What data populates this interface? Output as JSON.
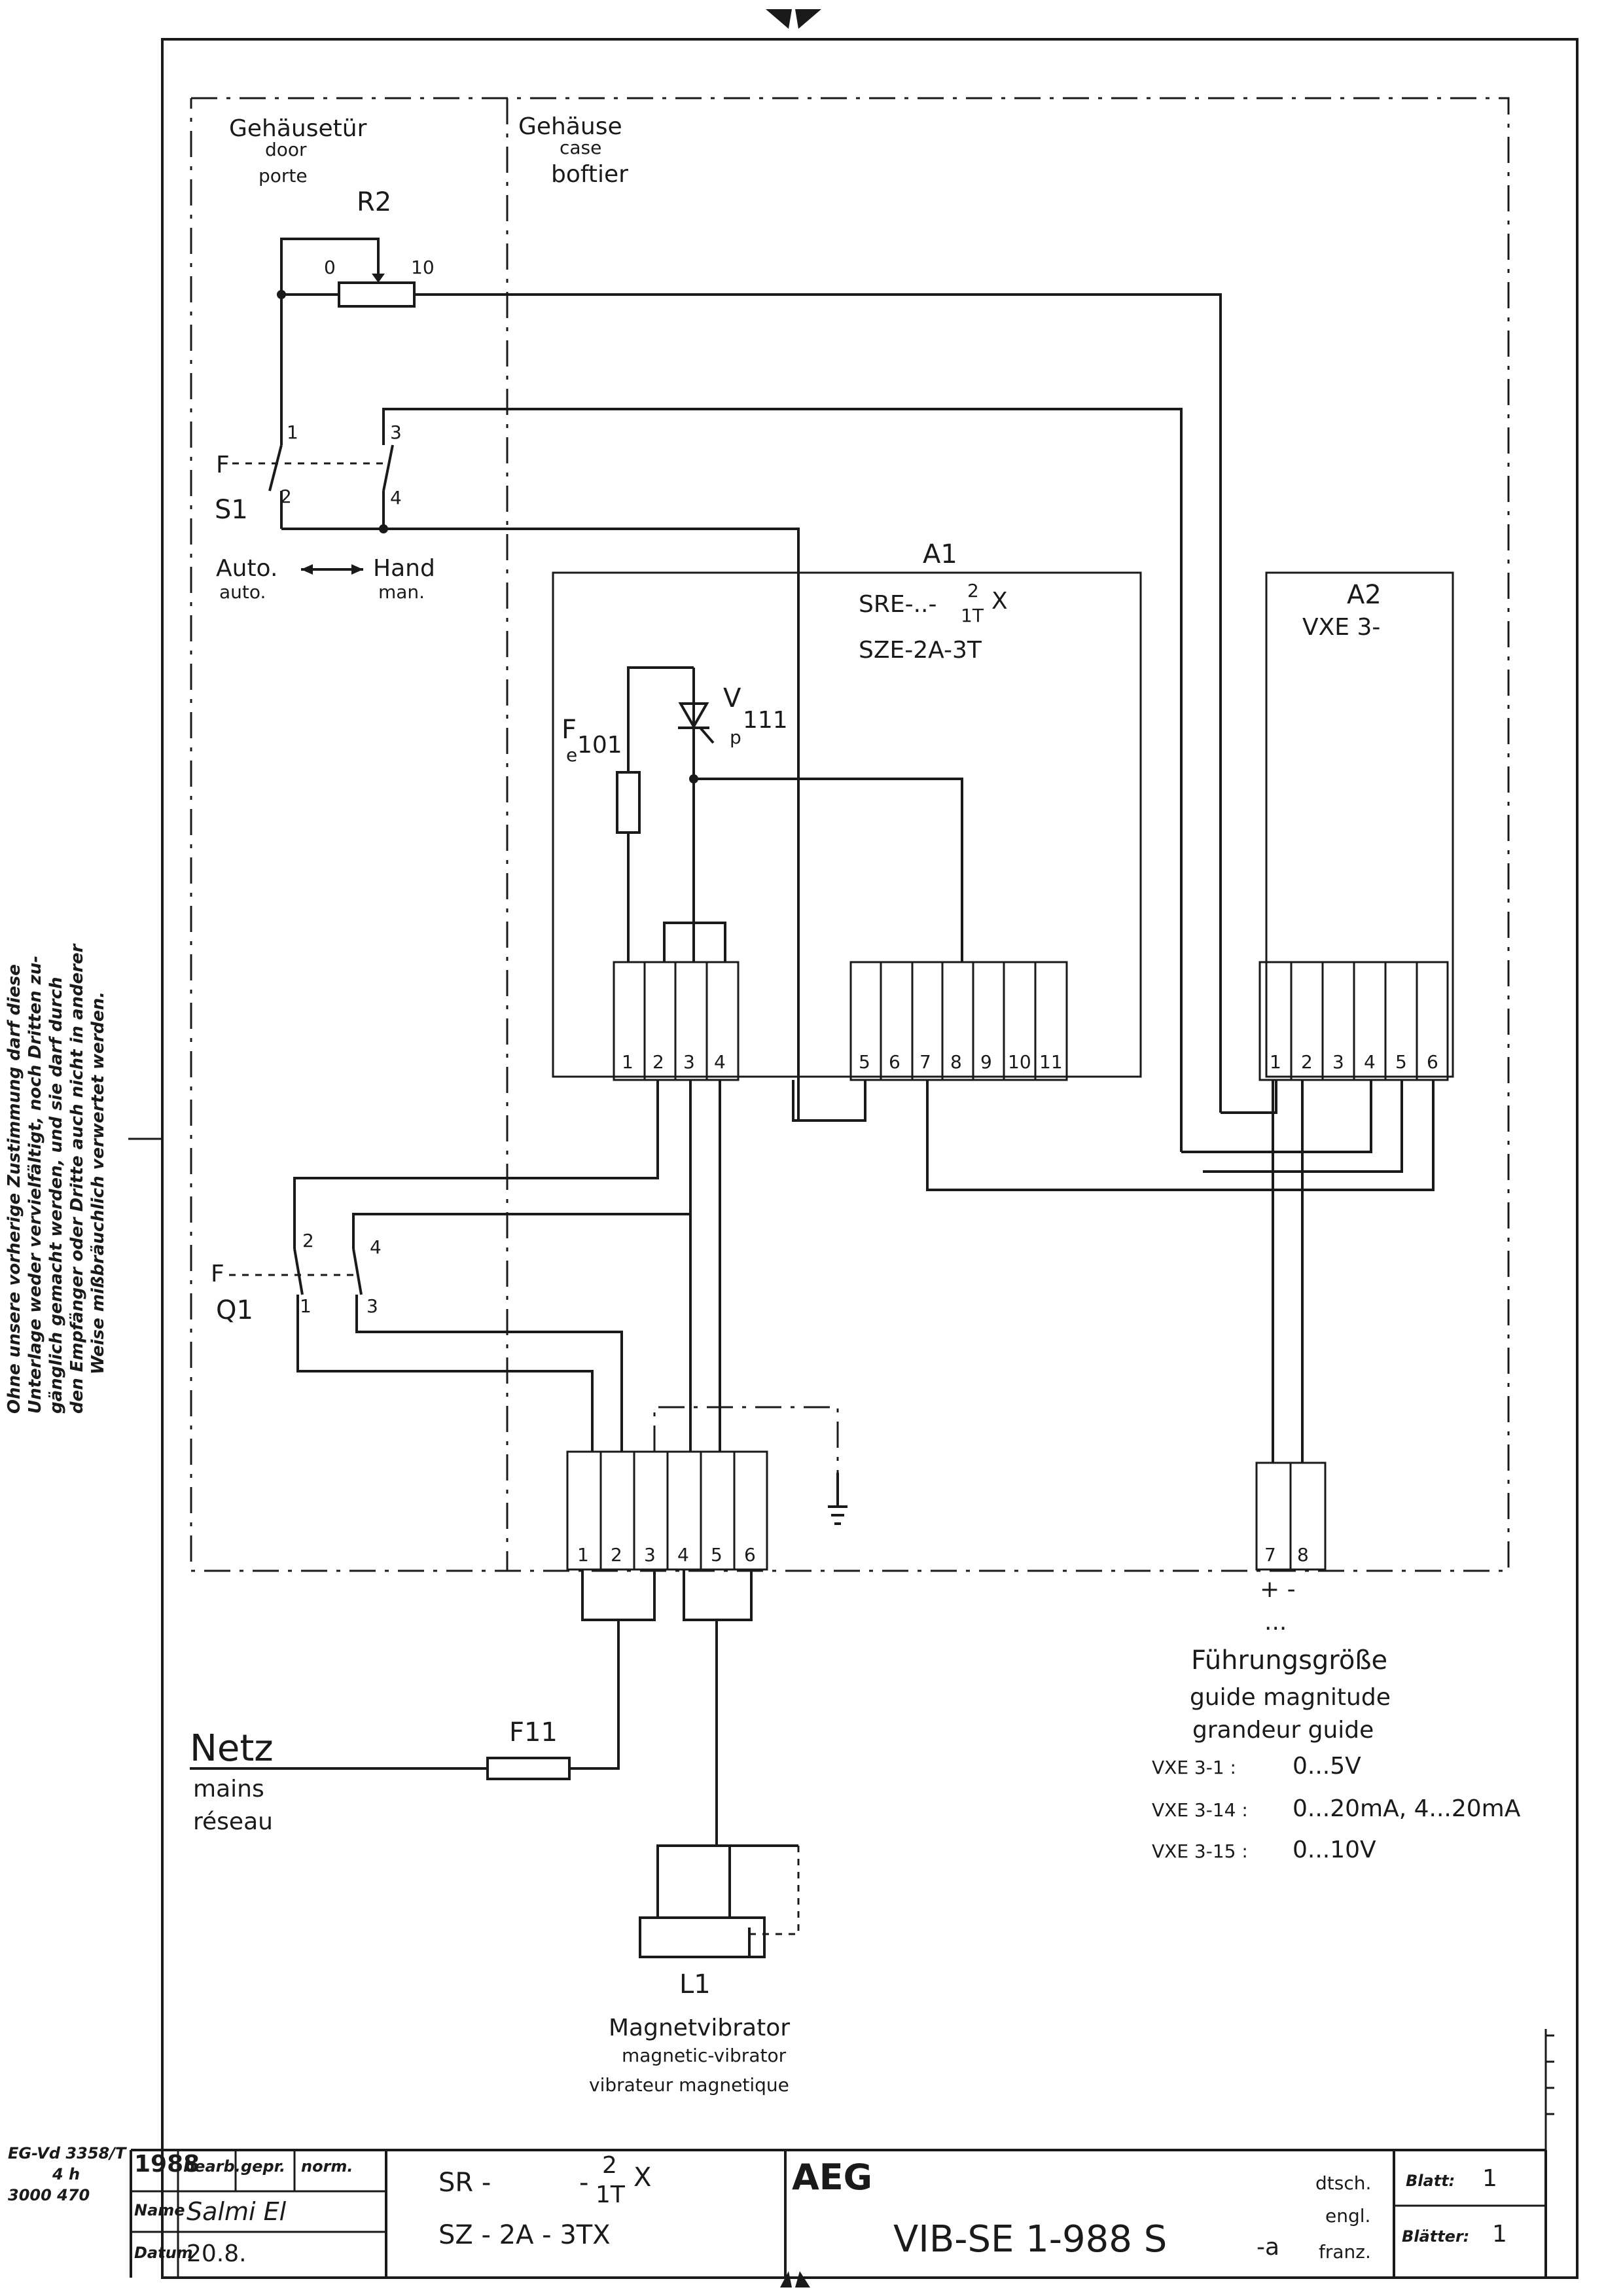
{
  "areas": {
    "door": {
      "de": "Gehäusetür",
      "en": "door",
      "fr": "porte"
    },
    "housing": {
      "de": "Gehäuse",
      "en": "case",
      "fr": "boftier"
    }
  },
  "r2": {
    "name": "R2",
    "min": "0",
    "max": "10"
  },
  "s1": {
    "name": "S1",
    "actuator": "F",
    "pins": [
      "1",
      "2",
      "3",
      "4"
    ],
    "mode_auto": "Auto.",
    "mode_auto_fr": "auto.",
    "mode_hand": "Hand",
    "mode_hand_fr": "man."
  },
  "a1": {
    "name": "A1",
    "type1_left": "SRE-..-",
    "type1_sup": "2",
    "type1_sub": "1T",
    "type1_right": "X",
    "type2": "SZE-2A-3T",
    "fuse": {
      "main": "F",
      "sub": "e",
      "num": "101"
    },
    "thyristor": {
      "main": "V",
      "sub": "p",
      "num": "111"
    },
    "terminals_left": [
      "1",
      "2",
      "3",
      "4"
    ],
    "terminals_right": [
      "5",
      "6",
      "7",
      "8",
      "9",
      "10",
      "11"
    ]
  },
  "a2": {
    "name": "A2",
    "type": "VXE 3-",
    "terminals": [
      "1",
      "2",
      "3",
      "4",
      "5",
      "6"
    ]
  },
  "q1": {
    "name": "Q1",
    "actuator": "F",
    "pins": [
      "1",
      "2",
      "3",
      "4"
    ]
  },
  "x_main": {
    "terminals": [
      "1",
      "2",
      "3",
      "4",
      "5",
      "6"
    ]
  },
  "x_ref": {
    "terminals": [
      "7",
      "8"
    ],
    "polarity": "+  -",
    "dots": "..."
  },
  "reference": {
    "de": "Führungsgröße",
    "en": "guide magnitude",
    "fr": "grandeur guide",
    "variants": [
      {
        "type": "VXE 3-1 :",
        "range": "0...5V"
      },
      {
        "type": "VXE 3-14 :",
        "range": "0...20mA, 4...20mA"
      },
      {
        "type": "VXE 3-15 :",
        "range": "0...10V"
      }
    ]
  },
  "mains": {
    "de": "Netz",
    "en": "mains",
    "fr": "réseau",
    "fuse": "F11"
  },
  "l1": {
    "name": "L1",
    "de": "Magnetvibrator",
    "en": "magnetic-vibrator",
    "fr": "vibrateur magnetique"
  },
  "side_note": [
    "Ohne unsere vorherige Zustimmung darf diese",
    "Unterlage weder vervielfältigt, noch Dritten zu-",
    "gänglich gemacht werden, und sie darf durch",
    "den Empfänger oder Dritte auch nicht in anderer",
    "Weise mißbräuchlich verwertet werden."
  ],
  "form_no": [
    "EG-Vd 3358/T",
    "4 h",
    "3000 470"
  ],
  "title_block": {
    "year": "1988",
    "h_edited": "bearb.",
    "h_checked": "gepr.",
    "h_norm": "norm.",
    "row_name": "Name",
    "row_date": "Datum",
    "signature": "Salmi El",
    "date": "20.8.",
    "type1_left": "SR -",
    "type1_sup": "2",
    "type1_sub": "1T",
    "type1_mid": "-",
    "type1_right": "X",
    "type2": "SZ - 2A - 3TX",
    "company": "AEG",
    "drawing_no": "VIB-SE 1-988 S",
    "drawing_suffix": "-a",
    "langs": [
      "dtsch.",
      "engl.",
      "franz."
    ],
    "sheet_label": "Blatt:",
    "sheet": "1",
    "sheets_label": "Blätter:",
    "sheets": "1"
  }
}
